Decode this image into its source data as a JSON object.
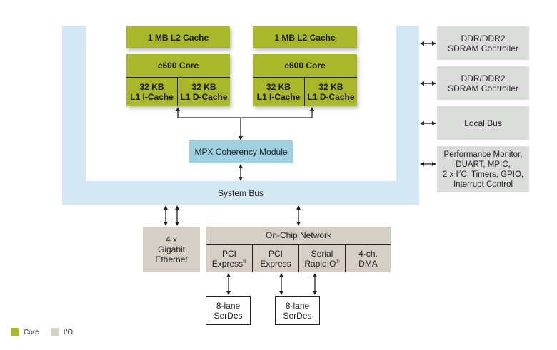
{
  "colors": {
    "core": "#a9b82b",
    "io": "#d6cfc6",
    "system_bus": "#d3e8f2",
    "coherency": "#9fd0e0",
    "peripheral": "#d9dcd8"
  },
  "system_bus": {
    "label": "System Bus"
  },
  "cores": [
    {
      "l2_cache": "1 MB L2 Cache",
      "core_name": "e600 Core",
      "l1_i_cache": [
        "32 KB",
        "L1 I-Cache"
      ],
      "l1_d_cache": [
        "32 KB",
        "L1 D-Cache"
      ]
    },
    {
      "l2_cache": "1 MB L2 Cache",
      "core_name": "e600 Core",
      "l1_i_cache": [
        "32 KB",
        "L1 I-Cache"
      ],
      "l1_d_cache": [
        "32 KB",
        "L1 D-Cache"
      ]
    }
  ],
  "coherency_module": "MPX Coherency Module",
  "peripherals": [
    {
      "lines": [
        "DDR/DDR2",
        "SDRAM Controller"
      ]
    },
    {
      "lines": [
        "DDR/DDR2",
        "SDRAM Controller"
      ]
    },
    {
      "lines": [
        "Local Bus"
      ]
    },
    {
      "lines": [
        "Performance Monitor,",
        "DUART, MPIC,",
        "2 x I",
        "2",
        "C, Timers, GPIO,",
        "Interrupt Control"
      ]
    }
  ],
  "ethernet": {
    "lines": [
      "4 x",
      "Gigabit",
      "Ethernet"
    ]
  },
  "on_chip_network": {
    "title": "On-Chip Network",
    "blocks": [
      {
        "line1": "PCI",
        "line2": "Express",
        "mark": "®"
      },
      {
        "line1": "PCI",
        "line2": "Express",
        "mark": ""
      },
      {
        "line1": "Serial",
        "line2": "RapidIO",
        "mark": "®"
      },
      {
        "line1": "4-ch.",
        "line2": "DMA",
        "mark": ""
      }
    ]
  },
  "serdes": [
    {
      "lines": [
        "8-lane",
        "SerDes"
      ]
    },
    {
      "lines": [
        "8-lane",
        "SerDes"
      ]
    }
  ],
  "legend": [
    {
      "label": "Core",
      "color": "#a9b82b"
    },
    {
      "label": "I/O",
      "color": "#d6cfc6"
    }
  ]
}
